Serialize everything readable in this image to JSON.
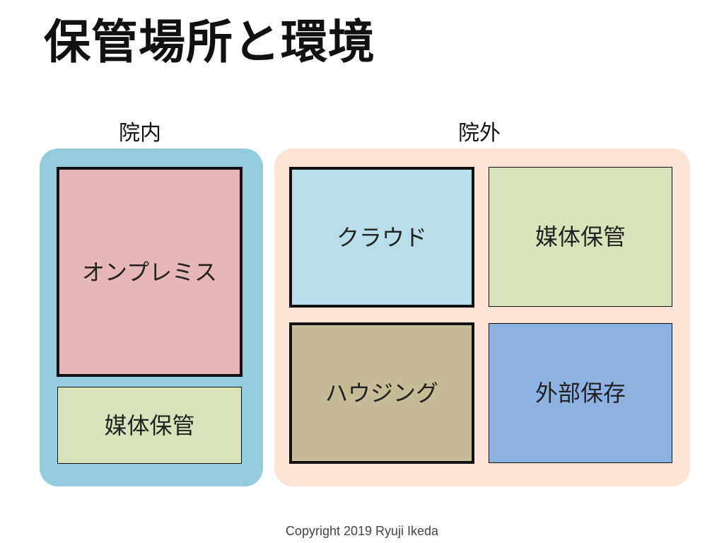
{
  "title": "保管場所と環境",
  "groups": {
    "in_hospital": {
      "label": "院内",
      "color": "#95ccdd",
      "boxes": {
        "on_premise": "オンプレミス",
        "media_storage": "媒体保管"
      }
    },
    "out_hospital": {
      "label": "院外",
      "color": "#fde4d6",
      "boxes": {
        "cloud": "クラウド",
        "media_storage": "媒体保管",
        "housing": "ハウジング",
        "external_storage": "外部保存"
      }
    }
  },
  "box_colors": {
    "on_premise": "#e6b7b8",
    "media_storage": "#d8e3bc",
    "cloud": "#b9dde9",
    "housing": "#c5bc97",
    "external_storage": "#8eb2e2"
  },
  "footer": {
    "copyright": "Copyright 2019 Ryuji Ikeda"
  }
}
